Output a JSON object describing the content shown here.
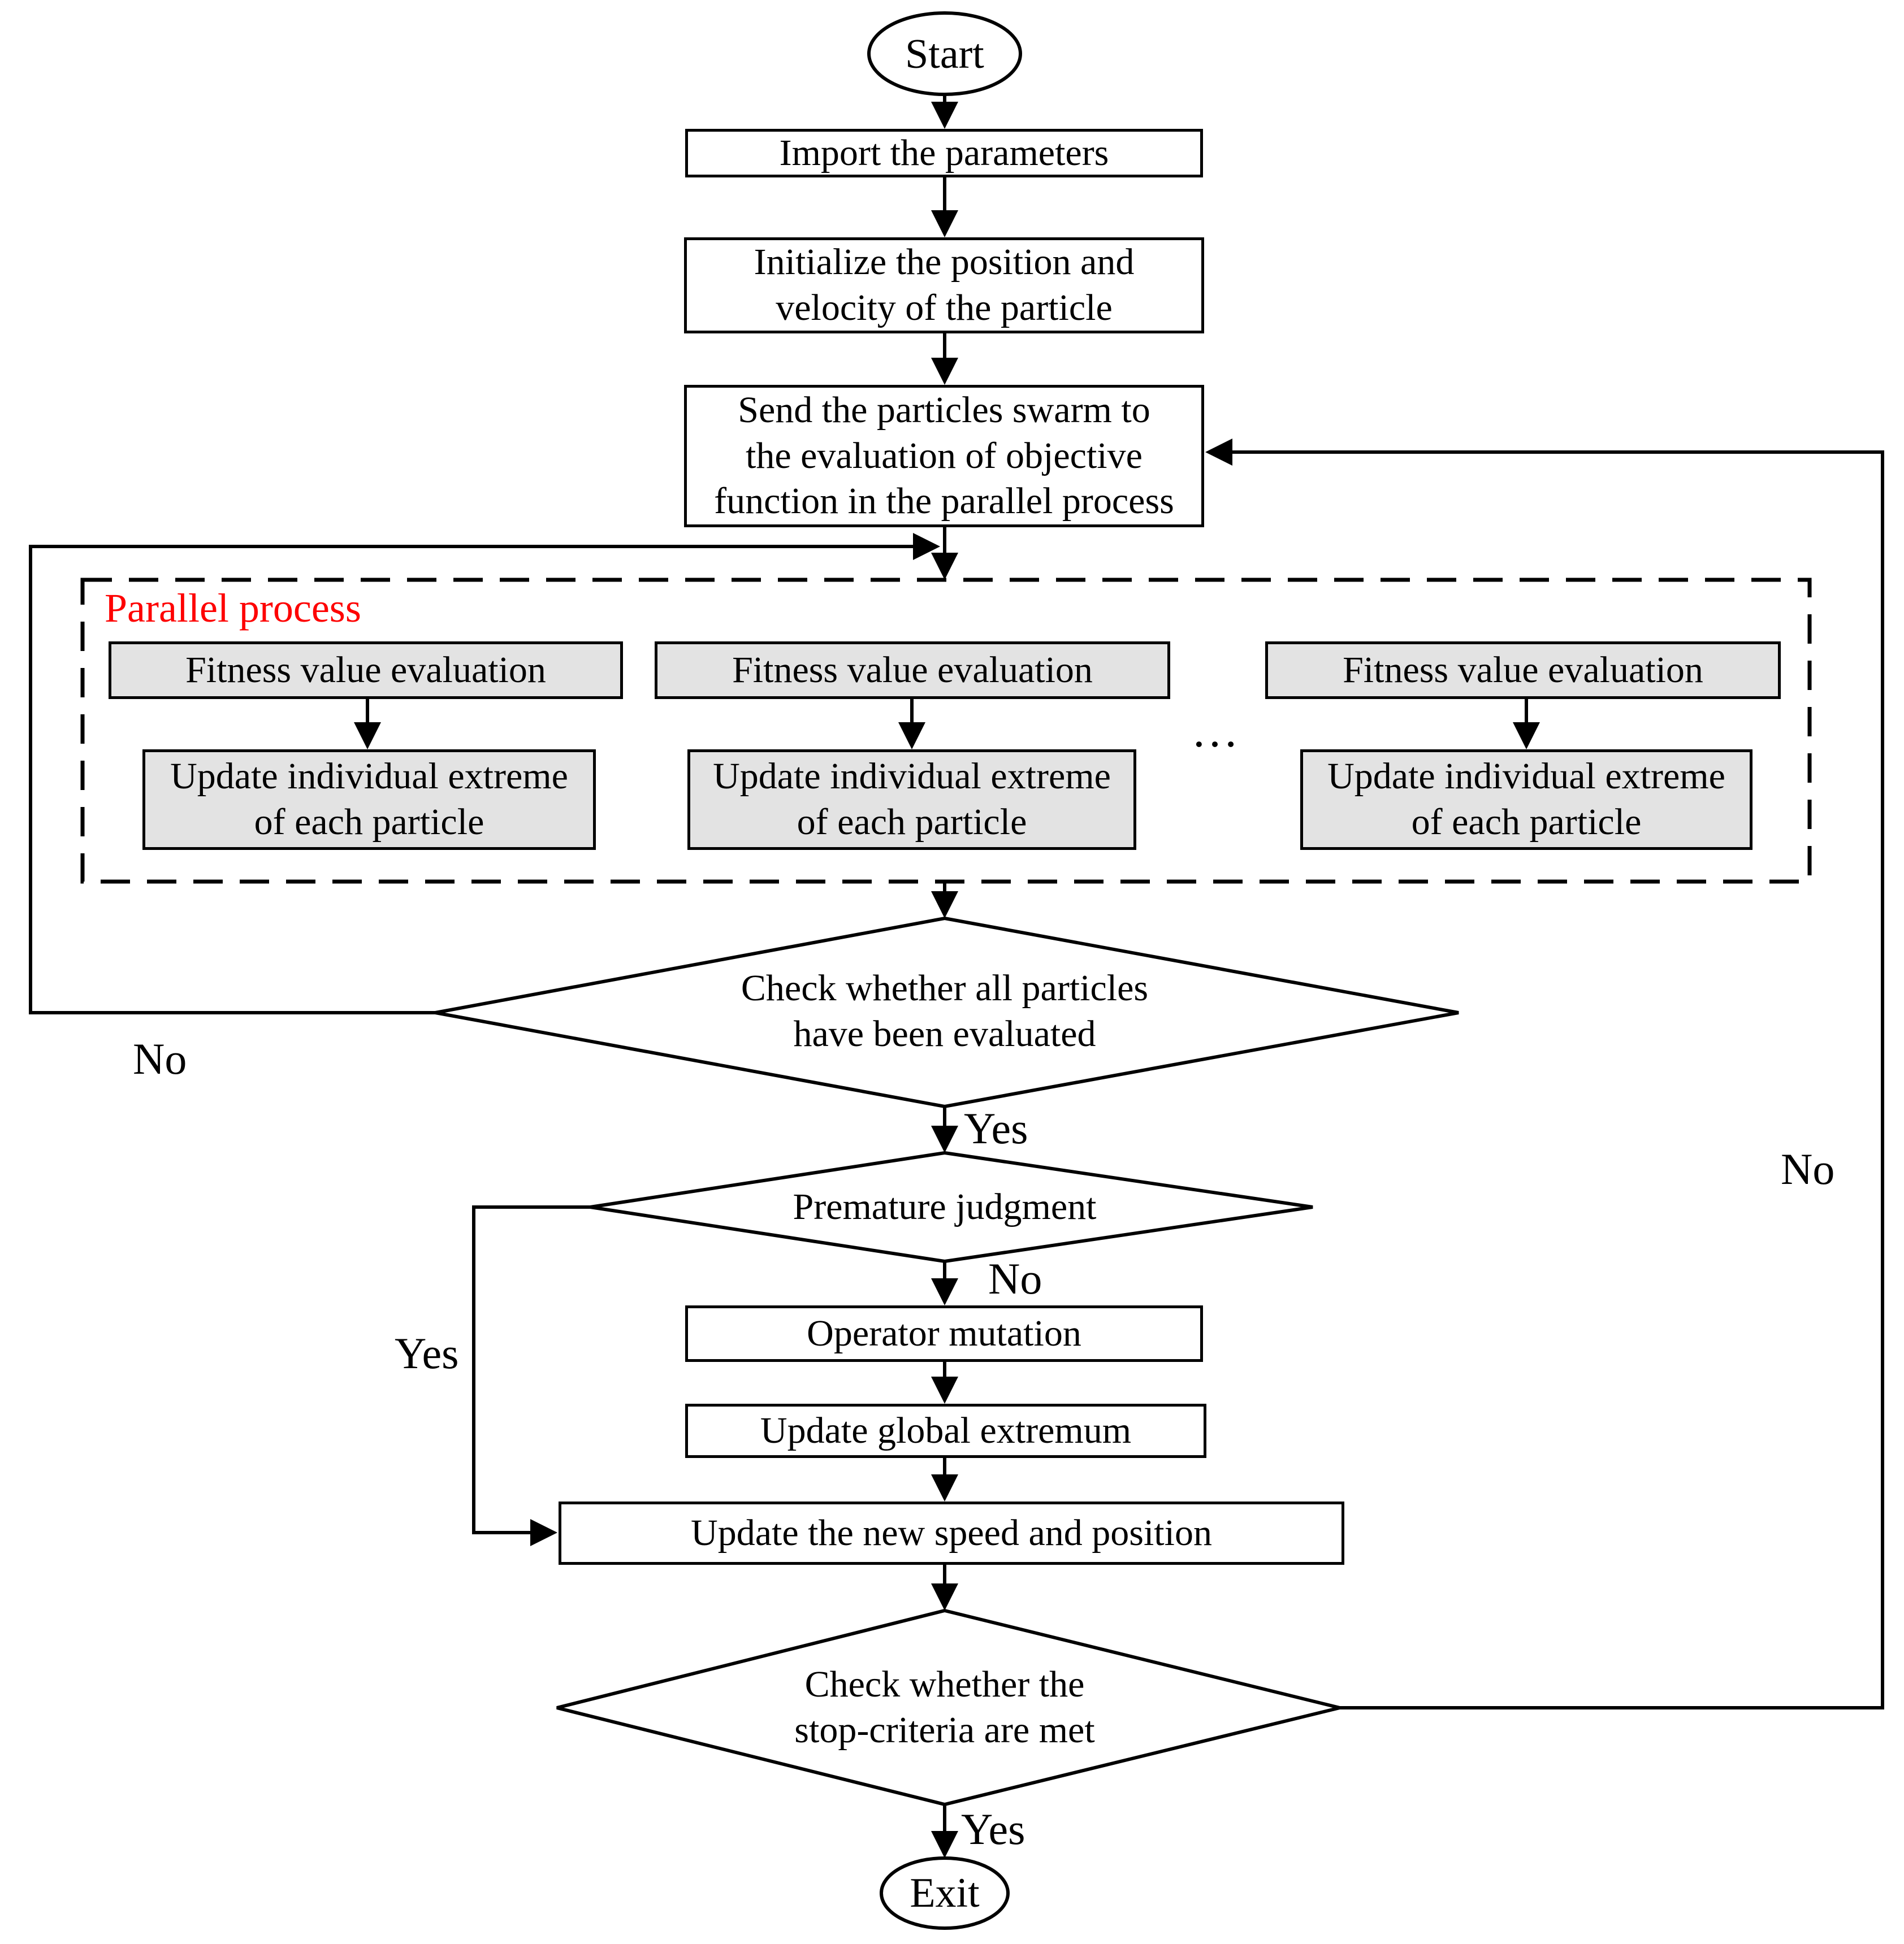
{
  "title": "Parallel PSO algorithm flowchart",
  "colors": {
    "line": "#000000",
    "process_fill": "#ffffff",
    "parallel_task_fill": "#e3e3e3",
    "parallel_label": "#fe0000",
    "background": "#ffffff"
  },
  "nodes": {
    "start": {
      "label": "Start"
    },
    "import_params": {
      "label": "Import the parameters"
    },
    "initialize": {
      "label": "Initialize the position and\nvelocity of the particle"
    },
    "send_swarm": {
      "label": "Send the particles swarm to\nthe evaluation of objective\nfunction in the parallel process"
    },
    "parallel_region": {
      "label": "Parallel process"
    },
    "fitness_eval": {
      "label": "Fitness value evaluation"
    },
    "update_individual": {
      "label": "Update individual extreme\nof each particle"
    },
    "ellipsis": {
      "label": "…"
    },
    "check_all_evaluated": {
      "label": "Check whether all particles\nhave been evaluated"
    },
    "premature_judgment": {
      "label": "Premature judgment"
    },
    "operator_mutation": {
      "label": "Operator mutation"
    },
    "update_global": {
      "label": "Update global extremum"
    },
    "update_speed_position": {
      "label": "Update the new speed and position"
    },
    "check_stop": {
      "label": "Check whether the\nstop-criteria are met"
    },
    "exit": {
      "label": "Exit"
    }
  },
  "edge_labels": {
    "evaluated_no": "No",
    "evaluated_yes": "Yes",
    "premature_no": "No",
    "premature_yes": "Yes",
    "stop_yes": "Yes",
    "stop_no": "No"
  }
}
